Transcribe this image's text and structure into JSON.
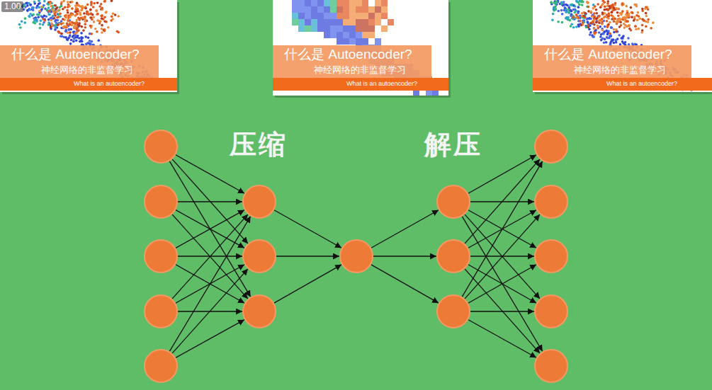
{
  "diagram": {
    "nodes": [
      {
        "text": [
          "什么是 Autoencoder?",
          "神经网络的非监督学习",
          "What is an autoencoder?"
        ]
      },
      {
        "text": [
          "什么是 Autoencoder?",
          "神经网络的非监督学习",
          "What is an autoencoder?"
        ]
      },
      {
        "text": [
          "什么是 Autoencoder?",
          "神经网络的非监督学习",
          "What is an autoencoder?"
        ]
      },
      {
        "text": []
      },
      {
        "text": []
      },
      {
        "text": []
      },
      {
        "text": []
      },
      {
        "text": []
      },
      {
        "text": []
      },
      {
        "text": []
      },
      {
        "text": []
      },
      {
        "text": []
      },
      {
        "text": []
      },
      {
        "text": []
      },
      {
        "text": []
      },
      {
        "text": []
      },
      {
        "text": []
      },
      {
        "text": []
      },
      {
        "text": []
      },
      {
        "text": []
      }
    ],
    "edges": [
      {
        "from": 3,
        "to": 8,
        "arrow": "to"
      },
      {
        "from": 3,
        "to": 9,
        "arrow": "to"
      },
      {
        "from": 3,
        "to": 10,
        "arrow": "to"
      },
      {
        "from": 4,
        "to": 8,
        "arrow": "to"
      },
      {
        "from": 4,
        "to": 9,
        "arrow": "to"
      },
      {
        "from": 4,
        "to": 10,
        "arrow": "to"
      },
      {
        "from": 5,
        "to": 8,
        "arrow": "to"
      },
      {
        "from": 5,
        "to": 9,
        "arrow": "to"
      },
      {
        "from": 5,
        "to": 10,
        "arrow": "to"
      },
      {
        "from": 6,
        "to": 8,
        "arrow": "to"
      },
      {
        "from": 6,
        "to": 9,
        "arrow": "to"
      },
      {
        "from": 6,
        "to": 10,
        "arrow": "to"
      },
      {
        "from": 7,
        "to": 8,
        "arrow": "to"
      },
      {
        "from": 7,
        "to": 9,
        "arrow": "to"
      },
      {
        "from": 7,
        "to": 10,
        "arrow": "to"
      },
      {
        "from": 8,
        "to": 11,
        "arrow": "to"
      },
      {
        "from": 9,
        "to": 11,
        "arrow": "to"
      },
      {
        "from": 10,
        "to": 11,
        "arrow": "to"
      },
      {
        "from": 11,
        "to": 12,
        "arrow": "to"
      },
      {
        "from": 11,
        "to": 13,
        "arrow": "to"
      },
      {
        "from": 11,
        "to": 14,
        "arrow": "to"
      },
      {
        "from": 12,
        "to": 15,
        "arrow": "to"
      },
      {
        "from": 12,
        "to": 16,
        "arrow": "to"
      },
      {
        "from": 12,
        "to": 17,
        "arrow": "to"
      },
      {
        "from": 12,
        "to": 18,
        "arrow": "to"
      },
      {
        "from": 12,
        "to": 19,
        "arrow": "to"
      },
      {
        "from": 13,
        "to": 15,
        "arrow": "to"
      },
      {
        "from": 13,
        "to": 16,
        "arrow": "to"
      },
      {
        "from": 13,
        "to": 17,
        "arrow": "to"
      },
      {
        "from": 13,
        "to": 18,
        "arrow": "to"
      },
      {
        "from": 13,
        "to": 19,
        "arrow": "to"
      },
      {
        "from": 14,
        "to": 15,
        "arrow": "to"
      },
      {
        "from": 14,
        "to": 16,
        "arrow": "to"
      },
      {
        "from": 14,
        "to": 17,
        "arrow": "to"
      },
      {
        "from": 14,
        "to": 18,
        "arrow": "to"
      },
      {
        "from": 14,
        "to": 19,
        "arrow": "to"
      }
    ],
    "labels": [
      "1.00",
      "压缩",
      "解压"
    ]
  }
}
